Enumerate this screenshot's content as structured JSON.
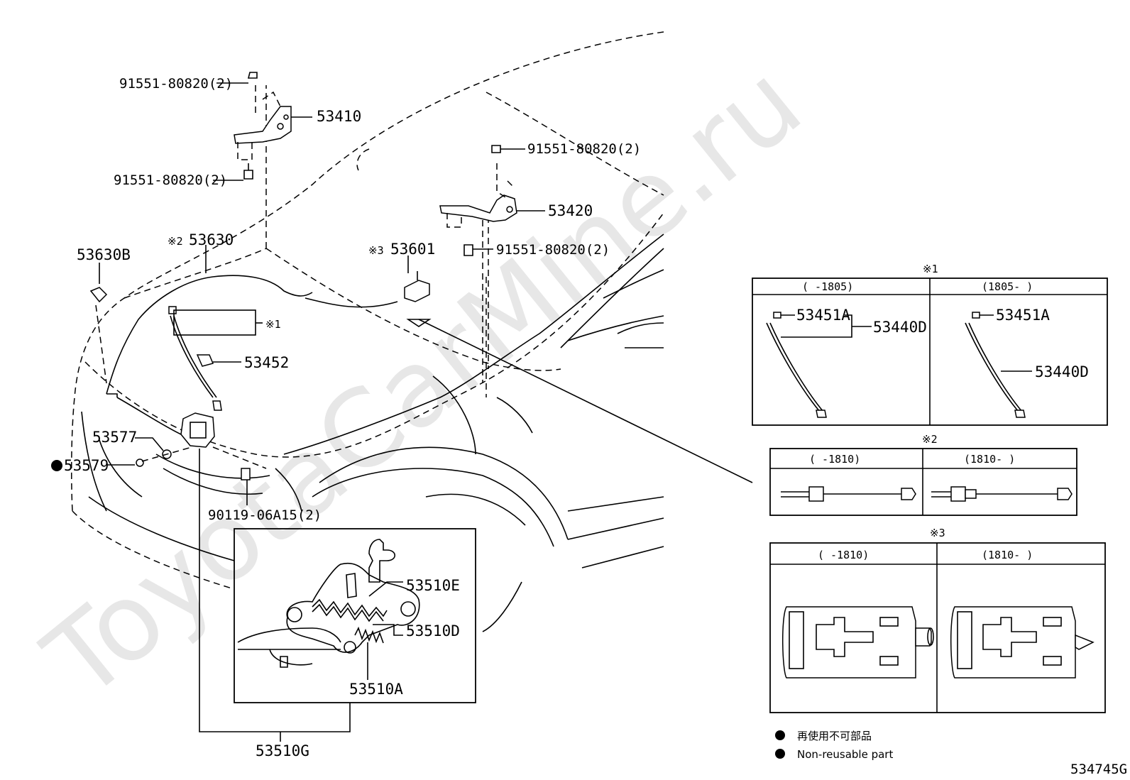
{
  "watermark": "ToyotaCarMine.ru",
  "diagram_code": "534745G",
  "labels": {
    "bolt_top": "91551-80820(2)",
    "hinge_left": "53410",
    "bolt_left_lower": "91551-80820(2)",
    "bolt_right_upper": "91551-80820(2)",
    "hinge_right": "53420",
    "bolt_right_lower": "91551-80820(2)",
    "support_rod_clamp": "53630B",
    "cable_ref": "※2",
    "cable": "53630",
    "lever_ref": "※3",
    "lever": "53601",
    "box_ref": "※1",
    "rod_holder": "53452",
    "cushion": "53577",
    "seal": "53579",
    "bolt_lock": "90119-06A15(2)",
    "lock_spring_e": "53510E",
    "lock_spring_d": "53510D",
    "lock_spring_a": "53510A",
    "lock_assy": "53510G"
  },
  "panel1": {
    "title": "※1",
    "col1_header": "(      -1805)",
    "col2_header": "(1805-      )",
    "col1_part_a": "53451A",
    "col1_part_b": "53440D",
    "col2_part_a": "53451A",
    "col2_part_b": "53440D"
  },
  "panel2": {
    "title": "※2",
    "col1_header": "(      -1810)",
    "col2_header": "(1810-      )"
  },
  "panel3": {
    "title": "※3",
    "col1_header": "(      -1810)",
    "col2_header": "(1810-      )"
  },
  "legend": {
    "jp": "再使用不可部品",
    "en": "Non-reusable part"
  }
}
